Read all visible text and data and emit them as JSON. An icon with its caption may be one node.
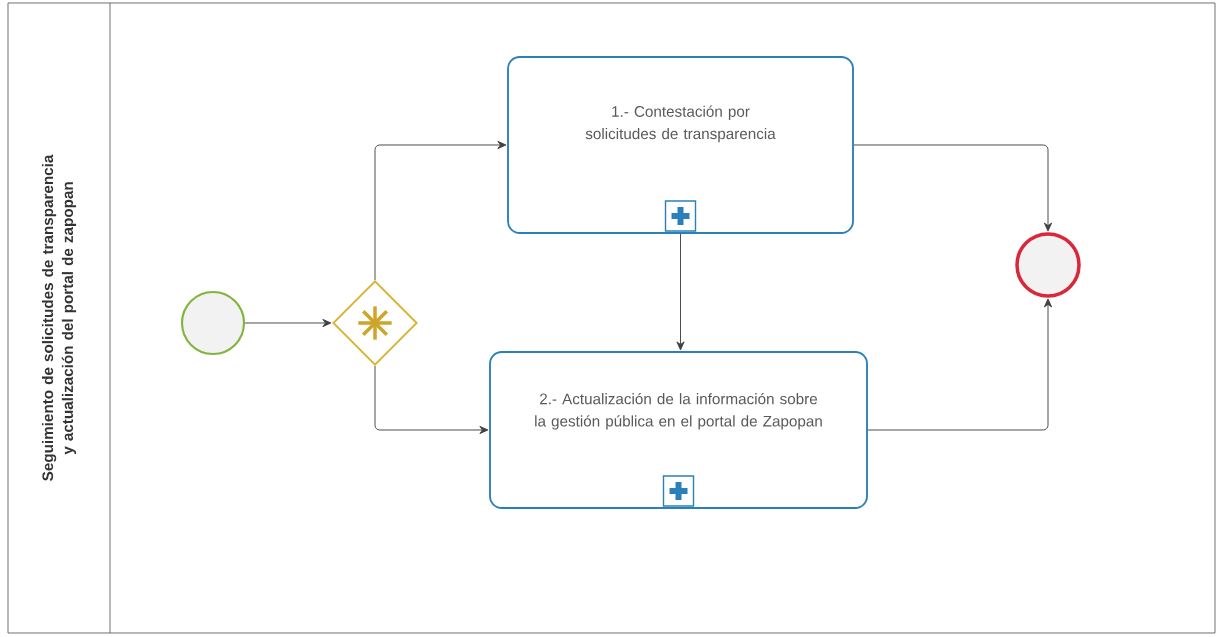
{
  "diagram": {
    "nodes": [
      {
        "text": [
          "Seguimiento de solicitudes de transparencia y actualización del portal de zapopan"
        ]
      },
      {
        "text": [],
        "shape": "circle",
        "in": 0
      },
      {
        "text": [],
        "shape": "diamond",
        "in": 0
      },
      {
        "text": [
          "1.- Contestación por solicitudes de transparencia"
        ],
        "in": 0
      },
      {
        "text": [
          "2.- Actualización de la información sobre la gestión pública en el portal de Zapopan"
        ],
        "in": 0
      },
      {
        "text": [],
        "shape": "circle",
        "in": 0
      }
    ],
    "edges": [
      {
        "from": 1,
        "to": 2,
        "arrow": "to"
      },
      {
        "from": 2,
        "to": 3,
        "arrow": "to"
      },
      {
        "from": 2,
        "to": 4,
        "arrow": "to"
      },
      {
        "from": 3,
        "to": 4,
        "arrow": "to"
      },
      {
        "from": 3,
        "to": 5,
        "arrow": "to"
      },
      {
        "from": 4,
        "to": 5,
        "arrow": "to"
      }
    ]
  }
}
